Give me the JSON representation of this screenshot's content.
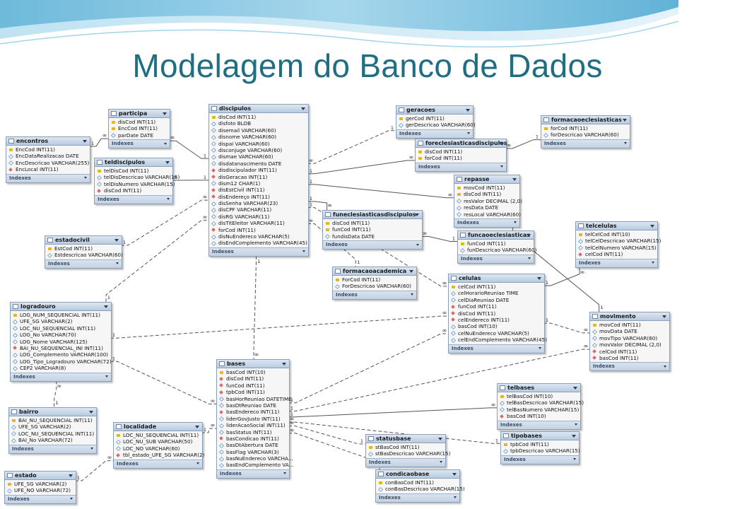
{
  "slide": {
    "title": "Modelagem do Banco de Dados"
  },
  "footer_label": "Indexes",
  "tables": [
    {
      "name": "participa",
      "columns": [
        {
          "icon": "pk",
          "text": "disCod INT(11)"
        },
        {
          "icon": "pk",
          "text": "EncCod INT(11)"
        },
        {
          "icon": "attr",
          "text": "parDate DATE"
        }
      ]
    },
    {
      "name": "encontros",
      "columns": [
        {
          "icon": "pk",
          "text": "EncCod INT(11)"
        },
        {
          "icon": "attr",
          "text": "EncDataRealizacao DATE"
        },
        {
          "icon": "attr",
          "text": "EncDescricao VARCHAR(255)"
        },
        {
          "icon": "fk",
          "text": "EncLocal INT(11)"
        }
      ]
    },
    {
      "name": "teldiscipulos",
      "columns": [
        {
          "icon": "pk",
          "text": "telDisCod INT(11)"
        },
        {
          "icon": "attr",
          "text": "telDisDescricao VARCHAR(15)"
        },
        {
          "icon": "attr",
          "text": "telDisNumero VARCHAR(15)"
        },
        {
          "icon": "fk",
          "text": "disCod INT(11)"
        }
      ]
    },
    {
      "name": "estadocivil",
      "columns": [
        {
          "icon": "pk",
          "text": "EstCod INT(11)"
        },
        {
          "icon": "attr",
          "text": "Estdescricao VARCHAR(60)"
        }
      ]
    },
    {
      "name": "logradouro",
      "columns": [
        {
          "icon": "pk",
          "text": "LOG_NUM_SEQUENCIAL INT(11)"
        },
        {
          "icon": "attr",
          "text": "UFE_SG VARCHAR(2)"
        },
        {
          "icon": "attr",
          "text": "LOC_NU_SEQUENCIAL INT(11)"
        },
        {
          "icon": "attr",
          "text": "LOG_No VARCHAR(70)"
        },
        {
          "icon": "attr",
          "text": "LOG_Nome VARCHAR(125)"
        },
        {
          "icon": "fk",
          "text": "BAI_NU_SEQUENCIAL_INI INT(11)"
        },
        {
          "icon": "attr",
          "text": "LOG_Complemento VARCHAR(100)"
        },
        {
          "icon": "attr",
          "text": "LOG_Tipo_Logradouro VARCHAR(72)"
        },
        {
          "icon": "attr",
          "text": "CEP2 VARCHAR(8)"
        }
      ]
    },
    {
      "name": "bairro",
      "columns": [
        {
          "icon": "pk",
          "text": "BAI_NU_SEQUENCIAL INT(11)"
        },
        {
          "icon": "attr",
          "text": "UFE_SG VARCHAR(2)"
        },
        {
          "icon": "attr",
          "text": "LOC_NU_SEQUENCIAL INT(11)"
        },
        {
          "icon": "attr",
          "text": "BAI_No VARCHAR(72)"
        }
      ]
    },
    {
      "name": "localidade",
      "columns": [
        {
          "icon": "pk",
          "text": "LOC_NU_SEQUENCIAL INT(11)"
        },
        {
          "icon": "attr",
          "text": "LOC_NU_SUB VARCHAR(50)"
        },
        {
          "icon": "attr",
          "text": "LOC_NO VARCHAR(60)"
        },
        {
          "icon": "fk",
          "text": "tbl_estado_UFE_SG VARCHAR(2)"
        }
      ]
    },
    {
      "name": "estado",
      "columns": [
        {
          "icon": "pk",
          "text": "UFE_SG VARCHAR(2)"
        },
        {
          "icon": "attr",
          "text": "UFE_NO VARCHAR(72)"
        }
      ]
    },
    {
      "name": "discipulos",
      "columns": [
        {
          "icon": "pk",
          "text": "disCod INT(11)"
        },
        {
          "icon": "attr",
          "text": "disfoto BLOB"
        },
        {
          "icon": "attr",
          "text": "disemail VARCHAR(60)"
        },
        {
          "icon": "attr",
          "text": "disnome VARCHAR(60)"
        },
        {
          "icon": "attr",
          "text": "dispai VARCHAR(60)"
        },
        {
          "icon": "attr",
          "text": "disconjuge VARCHAR(60)"
        },
        {
          "icon": "attr",
          "text": "dismae VARCHAR(60)"
        },
        {
          "icon": "attr",
          "text": "disdatanascimento DATE"
        },
        {
          "icon": "fk",
          "text": "disdiscipulador INT(11)"
        },
        {
          "icon": "fk",
          "text": "disGeracao INT(11)"
        },
        {
          "icon": "attr",
          "text": "dism12 CHAR(1)"
        },
        {
          "icon": "fk",
          "text": "disEstCivil INT(11)"
        },
        {
          "icon": "fk",
          "text": "disEndereço INT(11)"
        },
        {
          "icon": "attr",
          "text": "disSenha VARCHAR(23)"
        },
        {
          "icon": "attr",
          "text": "disCPF VARCHAR(11)"
        },
        {
          "icon": "attr",
          "text": "disRG VARCHAR(11)"
        },
        {
          "icon": "attr",
          "text": "disTitEleitor VARCHAR(11)"
        },
        {
          "icon": "fk",
          "text": "forCod INT(11)"
        },
        {
          "icon": "attr",
          "text": "disNuEndereco VARCHAR(5)"
        },
        {
          "icon": "attr",
          "text": "disEndComplemento VARCHAR(45)"
        }
      ]
    },
    {
      "name": "bases",
      "columns": [
        {
          "icon": "pk",
          "text": "basCod INT(10)"
        },
        {
          "icon": "fk",
          "text": "disCod INT(11)"
        },
        {
          "icon": "fk",
          "text": "funCod INT(11)"
        },
        {
          "icon": "fk",
          "text": "tpbCod INT(11)"
        },
        {
          "icon": "attr",
          "text": "basHorReuniao DATETIME"
        },
        {
          "icon": "attr",
          "text": "basDtReuniao DATE"
        },
        {
          "icon": "fk",
          "text": "basEndereco INT(11)"
        },
        {
          "icon": "attr",
          "text": "liderGovJusto INT(11)"
        },
        {
          "icon": "attr",
          "text": "liderAcaoSocial INT(11)"
        },
        {
          "icon": "attr",
          "text": "basStatus INT(11)"
        },
        {
          "icon": "fk",
          "text": "basCondicao INT(11)"
        },
        {
          "icon": "attr",
          "text": "basDtAbertura DATE"
        },
        {
          "icon": "attr",
          "text": "basFlag VARCHAR(3)"
        },
        {
          "icon": "attr",
          "text": "basNuEndereco VARCHA..."
        },
        {
          "icon": "attr",
          "text": "basEndComplemento VA..."
        }
      ]
    },
    {
      "name": "geracoes",
      "columns": [
        {
          "icon": "pk",
          "text": "gerCod INT(11)"
        },
        {
          "icon": "attr",
          "text": "gerDescricao VARCHAR(60)"
        }
      ]
    },
    {
      "name": "foreclesiasticasdiscipulos",
      "columns": [
        {
          "icon": "pk",
          "text": "disCod INT(11)"
        },
        {
          "icon": "pk",
          "text": "forCod INT(11)"
        }
      ]
    },
    {
      "name": "formacaoeclesiasticas",
      "columns": [
        {
          "icon": "pk",
          "text": "forCod INT(11)"
        },
        {
          "icon": "attr",
          "text": "forDescricao VARCHAR(60)"
        }
      ]
    },
    {
      "name": "repasse",
      "columns": [
        {
          "icon": "pk",
          "text": "movCod INT(11)"
        },
        {
          "icon": "pk",
          "text": "disCod INT(11)"
        },
        {
          "icon": "attr",
          "text": "resValor DECIMAL (2,0)"
        },
        {
          "icon": "attr",
          "text": "resData DATE"
        },
        {
          "icon": "attr",
          "text": "resLocal VARCHAR(60)"
        }
      ]
    },
    {
      "name": "funeclesiasticasdiscipulos",
      "columns": [
        {
          "icon": "pk",
          "text": "disCod INT(11)"
        },
        {
          "icon": "pk",
          "text": "funCod INT(11)"
        },
        {
          "icon": "attr",
          "text": "fundisData DATE"
        }
      ]
    },
    {
      "name": "funcaoeclesiasticas",
      "columns": [
        {
          "icon": "pk",
          "text": "funCod INT(11)"
        },
        {
          "icon": "attr",
          "text": "funDescricao VARCHAR(60)"
        }
      ]
    },
    {
      "name": "formacaoacademica",
      "columns": [
        {
          "icon": "pk",
          "text": "ForCod INT(11)"
        },
        {
          "icon": "attr",
          "text": "ForDescricao VARCHAR(60)"
        }
      ]
    },
    {
      "name": "celulas",
      "columns": [
        {
          "icon": "pk",
          "text": "celCod INT(11)"
        },
        {
          "icon": "attr",
          "text": "celHorarioReuniao TIME"
        },
        {
          "icon": "attr",
          "text": "celDiaReuniao DATE"
        },
        {
          "icon": "fk",
          "text": "funCod INT(11)"
        },
        {
          "icon": "fk",
          "text": "disCod INT(11)"
        },
        {
          "icon": "fk",
          "text": "celEndereco INT(11)"
        },
        {
          "icon": "attr",
          "text": "basCod INT(10)"
        },
        {
          "icon": "attr",
          "text": "celNuEndereco VARCHAR(5)"
        },
        {
          "icon": "attr",
          "text": "celEndComplemento VARCHAR(45)"
        }
      ]
    },
    {
      "name": "telcelulas",
      "columns": [
        {
          "icon": "pk",
          "text": "telCelCod INT(10)"
        },
        {
          "icon": "attr",
          "text": "telCelDescricao VARCHAR(15)"
        },
        {
          "icon": "attr",
          "text": "telCelNumero VARCHAR(15)"
        },
        {
          "icon": "fk",
          "text": "celCod INT(11)"
        }
      ]
    },
    {
      "name": "movimento",
      "columns": [
        {
          "icon": "pk",
          "text": "movCod INT(11)"
        },
        {
          "icon": "attr",
          "text": "movData DATE"
        },
        {
          "icon": "attr",
          "text": "movTipo VARCHAR(60)"
        },
        {
          "icon": "attr",
          "text": "movValor DECIMAL (2,0)"
        },
        {
          "icon": "fk",
          "text": "celCod INT(11)"
        },
        {
          "icon": "fk",
          "text": "basCod INT(11)"
        }
      ]
    },
    {
      "name": "telbases",
      "columns": [
        {
          "icon": "pk",
          "text": "telBasCod INT(10)"
        },
        {
          "icon": "attr",
          "text": "telBasDescricao VARCHAR(15)"
        },
        {
          "icon": "attr",
          "text": "telBasNumero VARCHAR(15)"
        },
        {
          "icon": "fk",
          "text": "basCod INT(10)"
        }
      ]
    },
    {
      "name": "tipobases",
      "columns": [
        {
          "icon": "pk",
          "text": "tpbCod INT(11)"
        },
        {
          "icon": "attr",
          "text": "tpbDescricao VARCHAR(15)"
        }
      ]
    },
    {
      "name": "statusbase",
      "columns": [
        {
          "icon": "pk",
          "text": "stBasCod INT(11)"
        },
        {
          "icon": "attr",
          "text": "stBasDescricao VARCHAR(15)"
        }
      ]
    },
    {
      "name": "condicaobase",
      "columns": [
        {
          "icon": "pk",
          "text": "conBasCod INT(11)"
        },
        {
          "icon": "attr",
          "text": "conBasDescricao VARCHAR(15)"
        }
      ]
    }
  ],
  "relationships": [
    {
      "from": "participa",
      "to": "discipulos",
      "style": "solid",
      "labels": [
        "∞",
        "1"
      ]
    },
    {
      "from": "participa",
      "to": "encontros",
      "style": "solid",
      "labels": [
        "∞",
        "1"
      ]
    },
    {
      "from": "teldiscipulos",
      "to": "discipulos",
      "style": "solid",
      "labels": [
        "∞",
        "1"
      ]
    },
    {
      "from": "estadocivil",
      "to": "discipulos",
      "style": "dashed",
      "labels": [
        "1",
        "∞"
      ]
    },
    {
      "from": "logradouro",
      "to": "discipulos",
      "style": "dashed",
      "labels": [
        "1",
        "∞"
      ]
    },
    {
      "from": "logradouro",
      "to": "celulas",
      "style": "dashed",
      "labels": [
        "1",
        "∞"
      ]
    },
    {
      "from": "logradouro",
      "to": "bases",
      "style": "dashed",
      "labels": [
        "1",
        "∞"
      ]
    },
    {
      "from": "logradouro",
      "to": "bairro",
      "style": "dashed",
      "labels": [
        "∞",
        "1"
      ]
    },
    {
      "from": "localidade",
      "to": "bases",
      "style": "dashed",
      "labels": [
        "1",
        "∞"
      ]
    },
    {
      "from": "estado",
      "to": "localidade",
      "style": "dashed",
      "labels": [
        "1",
        "∞"
      ]
    },
    {
      "from": "discipulos",
      "to": "geracoes",
      "style": "dashed",
      "labels": [
        "∞",
        "1"
      ]
    },
    {
      "from": "discipulos",
      "to": "foreclesiasticasdiscipulos",
      "style": "solid",
      "labels": [
        "1",
        "∞"
      ]
    },
    {
      "from": "foreclesiasticasdiscipulos",
      "to": "formacaoeclesiasticas",
      "style": "solid",
      "labels": [
        "∞",
        "1"
      ]
    },
    {
      "from": "discipulos",
      "to": "repasse",
      "style": "solid",
      "labels": [
        "1",
        "∞"
      ]
    },
    {
      "from": "discipulos",
      "to": "funeclesiasticasdiscipulos",
      "style": "solid",
      "labels": [
        "1",
        "∞"
      ]
    },
    {
      "from": "funeclesiasticasdiscipulos",
      "to": "funcaoeclesiasticas",
      "style": "solid",
      "labels": [
        "∞",
        "1"
      ]
    },
    {
      "from": "discipulos",
      "to": "formacaoacademica",
      "style": "dashed",
      "labels": [
        "∞",
        "1"
      ]
    },
    {
      "from": "discipulos",
      "to": "celulas",
      "style": "dashed",
      "labels": [
        "1",
        "∞"
      ]
    },
    {
      "from": "discipulos",
      "to": "bases",
      "style": "dashed",
      "labels": [
        "1",
        "∞"
      ]
    },
    {
      "from": "repasse",
      "to": "movimento",
      "style": "solid",
      "labels": [
        "∞",
        "1"
      ]
    },
    {
      "from": "celulas",
      "to": "telcelulas",
      "style": "solid",
      "labels": [
        "1",
        "∞"
      ]
    },
    {
      "from": "celulas",
      "to": "movimento",
      "style": "dashed",
      "labels": [
        "1",
        "∞"
      ]
    },
    {
      "from": "bases",
      "to": "movimento",
      "style": "dashed",
      "labels": [
        "1",
        "∞"
      ]
    },
    {
      "from": "bases",
      "to": "celulas",
      "style": "dashed",
      "labels": [
        "1",
        "∞"
      ]
    },
    {
      "from": "bases",
      "to": "telbases",
      "style": "solid",
      "labels": [
        "1",
        "∞"
      ]
    },
    {
      "from": "bases",
      "to": "tipobases",
      "style": "dashed",
      "labels": [
        "∞",
        "1"
      ]
    },
    {
      "from": "bases",
      "to": "statusbase",
      "style": "dashed",
      "labels": [
        "∞",
        "1"
      ]
    },
    {
      "from": "bases",
      "to": "condicaobase",
      "style": "dashed",
      "labels": [
        "∞",
        "1"
      ]
    }
  ],
  "colors": {
    "title": "#1f6e82",
    "header": "#c7d6e8",
    "link": "#555555",
    "primary_key_icon": "#e6b800",
    "foreign_key_icon": "#d66a6a"
  }
}
